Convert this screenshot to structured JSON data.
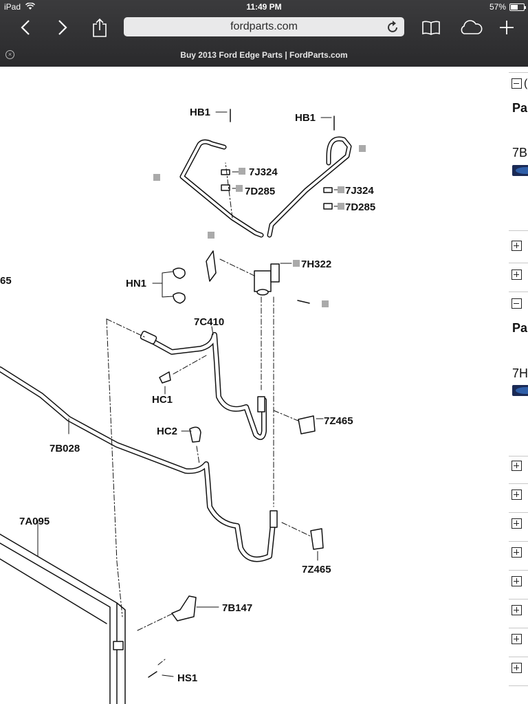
{
  "status_bar": {
    "device": "iPad",
    "time": "11:49 PM",
    "battery": "57%",
    "battery_level": 0.57
  },
  "browser": {
    "url": "fordparts.com",
    "tab_title": "Buy 2013 Ford Edge Parts | FordParts.com",
    "icons": [
      "back-icon",
      "forward-icon",
      "share-icon",
      "reload-icon",
      "bookmarks-icon",
      "icloud-tabs-icon",
      "new-tab-icon",
      "close-tab-icon"
    ]
  },
  "diagram": {
    "labels": {
      "hb1_left": "HB1",
      "hb1_right": "HB1",
      "j324_left": "7J324",
      "d285_left": "7D285",
      "j324_right": "7J324",
      "d285_right": "7D285",
      "h322": "7H322",
      "hn1": "HN1",
      "c410": "7C410",
      "hc1": "HC1",
      "hc2": "HC2",
      "z465_top": "7Z465",
      "z465_bottom": "7Z465",
      "b028": "7B028",
      "a095": "7A095",
      "b147": "7B147",
      "hs1": "HS1",
      "cut_left": "65"
    }
  },
  "sidebar": {
    "section1_text": "Pa",
    "part1_text": "7B",
    "section2_text": "Pa",
    "part2_text": "7H",
    "peek": "("
  },
  "colors": {
    "chrome": "#2e2e30",
    "url_field": "#e9e9ea",
    "diagram_ink": "#111111"
  }
}
